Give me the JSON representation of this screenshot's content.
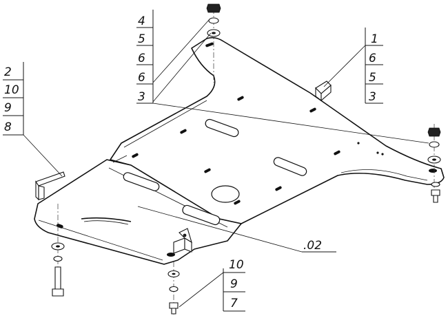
{
  "callouts": {
    "top_left_stack": [
      "4",
      "5",
      "6",
      "6",
      "3"
    ],
    "right_stack": [
      "1",
      "6",
      "5",
      "3"
    ],
    "left_stack": [
      "2",
      "10",
      "9",
      "8"
    ],
    "bottom_stack": [
      "10",
      "9",
      "7"
    ],
    "main_part": ".02"
  },
  "icons": {
    "guard_plate": "skid-plate-outline",
    "fasteners": "bolt-nut-washer"
  },
  "colors": {
    "line": "#111111",
    "background": "#ffffff"
  }
}
